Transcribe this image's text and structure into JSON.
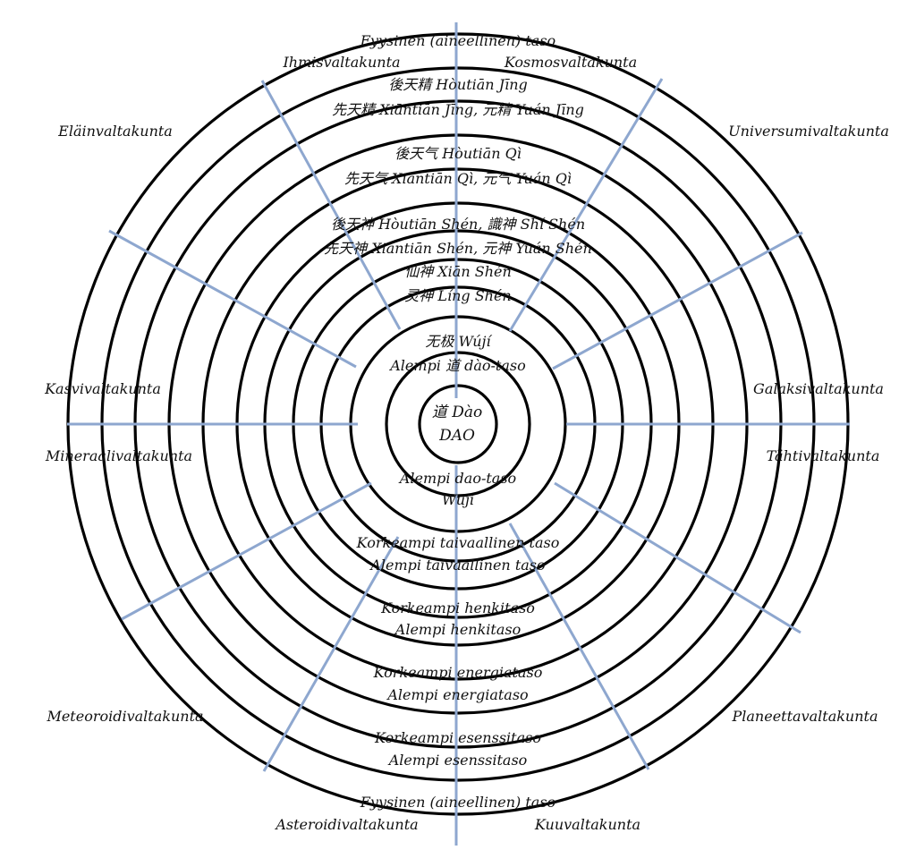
{
  "diagram": {
    "colors": {
      "ring": "#000000",
      "spoke": "#8ea7cf",
      "text": "#111111",
      "background": "#ffffff"
    },
    "center": {
      "line1": "道 Dào",
      "line2": "DAO"
    },
    "upper_levels": {
      "fyysinen": "Fyysinen (aineellinen) taso",
      "houtian_jing": "後天精 Hòutiān Jīng",
      "xiantian_jing": "先天精 Xiāntiān Jīng, 元精 Yuán Jīng",
      "houtian_qi": "後天气 Hòutiān Qì",
      "xiantian_qi": "先天气 Xiāntiān Qì, 元气 Yuán Qì",
      "houtian_shen": "後天神 Hòutiān Shén, 識神 Shí Shén",
      "xiantian_shen": "先天神 Xiāntiān Shén, 元神 Yuán Shén",
      "xian_shen": "仙神 Xiān Shén",
      "ling_shen": "灵神 Líng Shén",
      "wuji": "无极 Wújí",
      "alempi_dao": "Alempi 道 dào-taso"
    },
    "lower_levels": {
      "alempi_dao": "Alempi dao-taso",
      "wuji": "Wuji",
      "korkeampi_taivaallinen": "Korkeampi taivaallinen taso",
      "alempi_taivaallinen": "Alempi taivaallinen taso",
      "korkeampi_henki": "Korkeampi henkitaso",
      "alempi_henki": "Alempi henkitaso",
      "korkeampi_energia": "Korkeampi energiataso",
      "alempi_energia": "Alempi energiataso",
      "korkeampi_esenssi": "Korkeampi esenssitaso",
      "alempi_esenssi": "Alempi esenssitaso",
      "fyysinen": "Fyysinen (aineellinen) taso"
    },
    "kingdoms": {
      "ihmis": "Ihmisvaltakunta",
      "kosmos": "Kosmosvaltakunta",
      "elain": "Eläinvaltakunta",
      "universumi": "Universumivaltakunta",
      "kasvi": "Kasvivaltakunta",
      "galaksi": "Galaksivaltakunta",
      "mineraali": "Mineraalivaltakunta",
      "tahti": "Tähtivaltakunta",
      "meteoroidi": "Meteoroidivaltakunta",
      "planeetta": "Planeettavaltakunta",
      "asteroidi": "Asteroidivaltakunta",
      "kuu": "Kuuvaltakunta"
    }
  }
}
